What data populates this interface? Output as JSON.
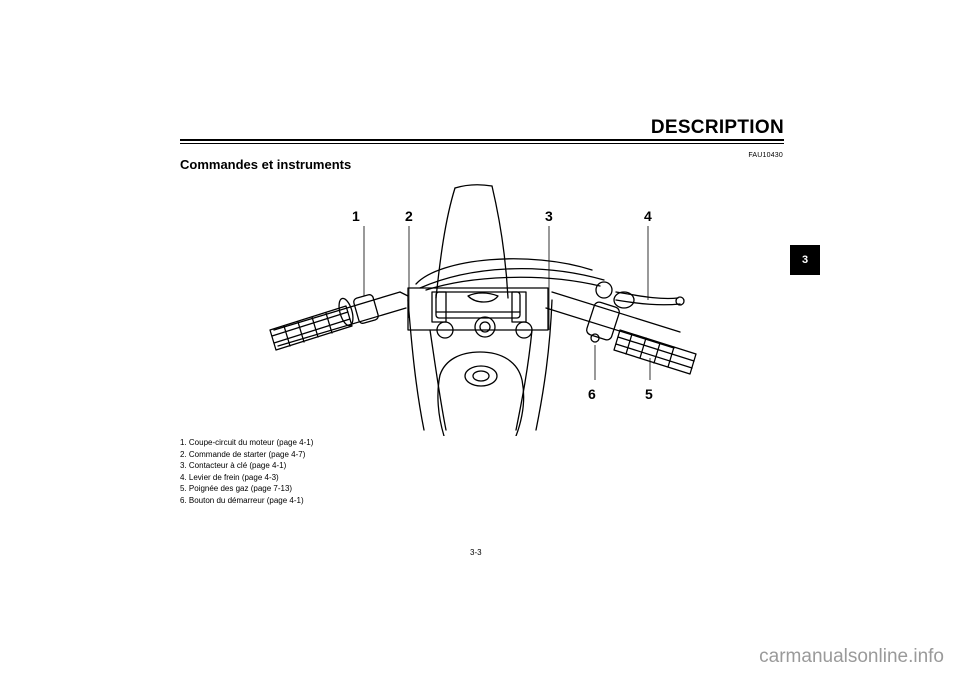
{
  "header": {
    "section_name": "DESCRIPTION",
    "reference_code": "FAU10430"
  },
  "chapter_tab": "3",
  "section_title": "Commandes et instruments",
  "illustration": {
    "callout_numbers": [
      "1",
      "2",
      "3",
      "4",
      "5",
      "6"
    ]
  },
  "callouts": [
    {
      "text": "1.  Coupe-circuit du moteur (page 4-1)"
    },
    {
      "text": "2.  Commande de starter (page 4-7)"
    },
    {
      "text": "3.  Contacteur à clé (page 4-1)"
    },
    {
      "text": "4.  Levier de frein (page 4-3)"
    },
    {
      "text": "5.  Poignée des gaz (page 7-13)"
    },
    {
      "text": "6.  Bouton du démarreur (page 4-1)"
    }
  ],
  "footer": {
    "page_number": "3-3",
    "watermark": "carmanualsonline.info"
  }
}
